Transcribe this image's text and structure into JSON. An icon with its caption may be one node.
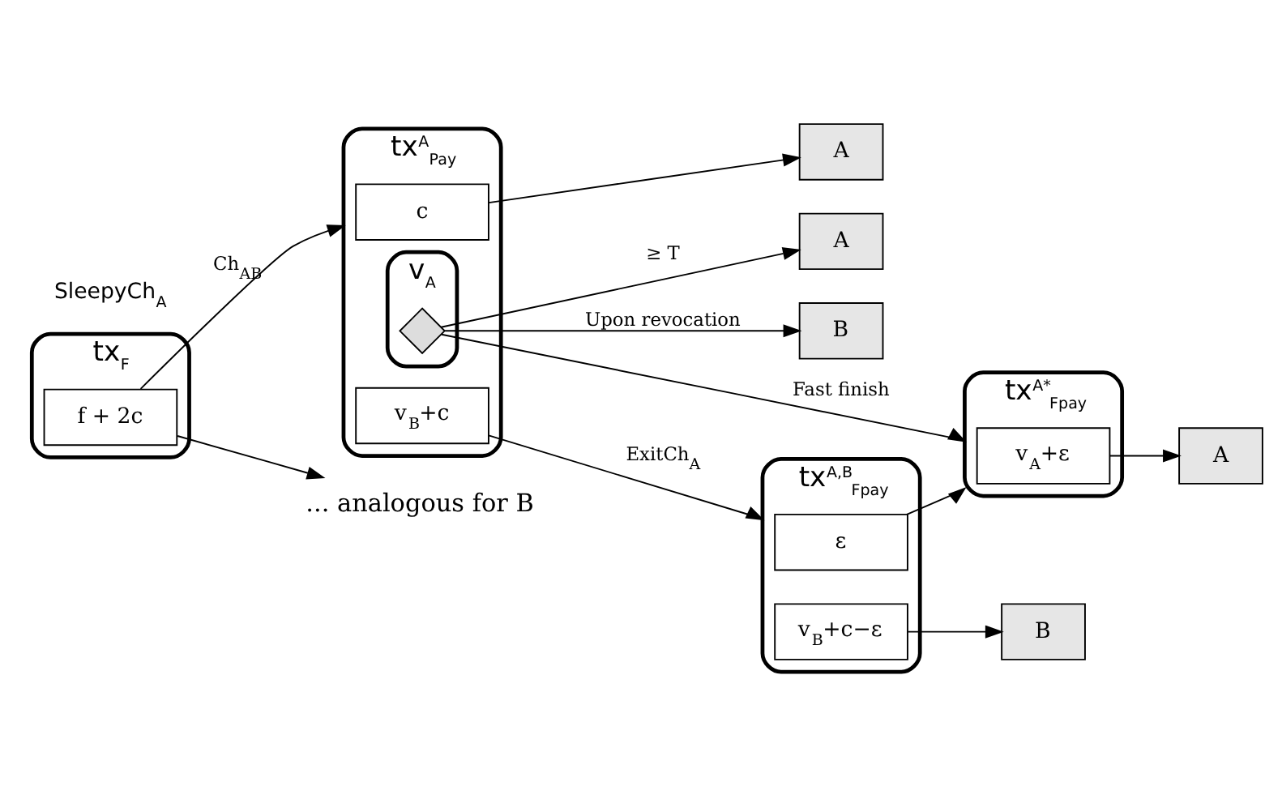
{
  "diagram": {
    "nodes": [
      {
        "text": [
          "tx$_{F}$"
        ]
      },
      {
        "text": [
          "f + 2c"
        ],
        "in": 0
      },
      {
        "text": [
          "tx$^{A}$$_{Pay}$"
        ]
      },
      {
        "text": [
          "c"
        ],
        "in": 2
      },
      {
        "text": [
          "v$_{A}$"
        ],
        "in": 2
      },
      {
        "text": [],
        "shape": "diamond",
        "in": 4
      },
      {
        "text": [
          "v$_{B}$+c"
        ],
        "in": 2
      },
      {
        "text": [
          "A"
        ]
      },
      {
        "text": [
          "A"
        ]
      },
      {
        "text": [
          "B"
        ]
      },
      {
        "text": [
          "tx$^{A,B}$$_{Fpay}$"
        ]
      },
      {
        "text": [
          "ε"
        ],
        "in": 10
      },
      {
        "text": [
          "v$_{B}$+c−ε"
        ],
        "in": 10
      },
      {
        "text": [
          "B"
        ]
      },
      {
        "text": [
          "tx$^{A*}$$_{Fpay}$"
        ]
      },
      {
        "text": [
          "v$_{A}$+ε"
        ],
        "in": 14
      },
      {
        "text": [
          "A"
        ]
      },
      {
        "text": [
          "... analogous for B"
        ]
      }
    ],
    "edges": [
      {
        "from": 1,
        "to": 2,
        "arrow": "to",
        "label": "Ch$_{AB}$"
      },
      {
        "from": 1,
        "to": 17,
        "arrow": "to"
      },
      {
        "from": 3,
        "to": 7,
        "arrow": "to"
      },
      {
        "from": 5,
        "to": 8,
        "arrow": "to",
        "label": "≥ T"
      },
      {
        "from": 5,
        "to": 9,
        "arrow": "to",
        "label": "Upon revocation"
      },
      {
        "from": 5,
        "to": 14,
        "arrow": "to",
        "label": "Fast finish"
      },
      {
        "from": 6,
        "to": 10,
        "arrow": "to",
        "label": "ExitCh$_{A}$"
      },
      {
        "from": 11,
        "to": 14,
        "arrow": "to"
      },
      {
        "from": 15,
        "to": 16,
        "arrow": "to"
      },
      {
        "from": 12,
        "to": 13,
        "arrow": "to"
      }
    ],
    "labels": [
      "SleepyCh$_{A}$"
    ]
  }
}
